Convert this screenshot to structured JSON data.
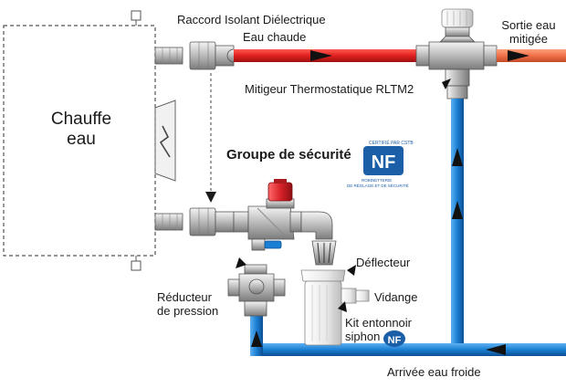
{
  "labels": {
    "heater_line1": "Chauffe",
    "heater_line2": "eau",
    "raccord": "Raccord  Isolant  Diélectrique",
    "eau_chaude": "Eau chaude",
    "sortie_line1": "Sortie eau",
    "sortie_line2": "mitigée",
    "mitigeur": "Mitigeur Thermostatique  RLTM2",
    "groupe": "Groupe de sécurité",
    "deflecteur": "Déflecteur",
    "reducteur_line1": "Réducteur",
    "reducteur_line2": "de pression",
    "vidange": "Vidange",
    "kit_line1": "Kit entonnoir",
    "kit_line2": "siphon",
    "arrivee": "Arrivée eau froide"
  },
  "badge": {
    "mark": "NF",
    "top_text": "CERTIFIÉ PAR CSTB",
    "sub_line1": "ROBINETTERIE",
    "sub_line2": "DE RÉGLAGE ET DE SÉCURITÉ"
  },
  "colors": {
    "hot_pipe": "#e0201e",
    "mixed_pipe": "#f07048",
    "cold_pipe": "#1a7fd4",
    "brass": "#c8c8c8",
    "valve_red": "#d8232a",
    "nf_blue": "#1b5fa8"
  }
}
